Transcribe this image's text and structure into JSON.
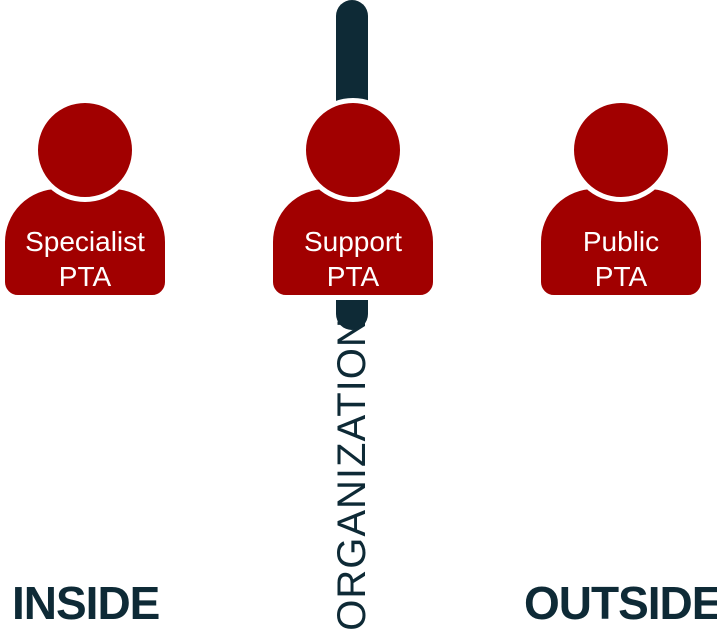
{
  "boundary": {
    "label": "ORGANIZATION"
  },
  "zones": {
    "left": "INSIDE",
    "right": "OUTSIDE"
  },
  "people": [
    {
      "line1": "Specialist",
      "line2": "PTA"
    },
    {
      "line1": "Support",
      "line2": "PTA"
    },
    {
      "line1": "Public",
      "line2": "PTA"
    }
  ],
  "colors": {
    "figure": "#a10000",
    "boundary": "#0e2a36",
    "text_on_figure": "#ffffff"
  }
}
